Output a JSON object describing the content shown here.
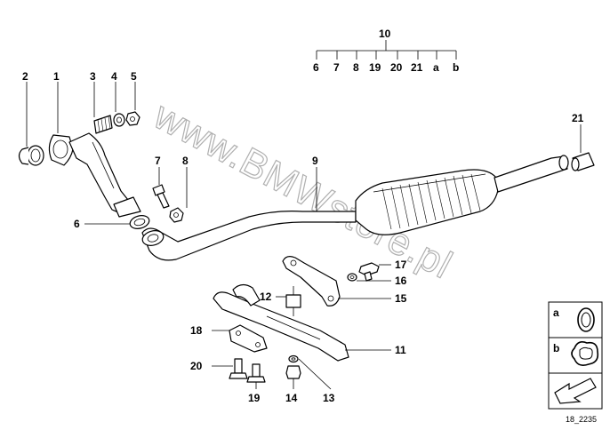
{
  "diagram": {
    "callouts": {
      "c1": "1",
      "c2": "2",
      "c3": "3",
      "c4": "4",
      "c5": "5",
      "c6": "6",
      "c7": "7",
      "c8": "8",
      "c9": "9",
      "c10": "10",
      "c11": "11",
      "c12": "12",
      "c13": "13",
      "c14": "14",
      "c15": "15",
      "c16": "16",
      "c17": "17",
      "c18": "18",
      "c19": "19",
      "c20": "20",
      "c21": "21"
    },
    "kit_row": [
      "6",
      "7",
      "8",
      "19",
      "20",
      "21",
      "a",
      "b"
    ],
    "legend": {
      "a": "a",
      "b": "b"
    },
    "watermark": "www.BMWstore.pl",
    "ref_code": "18_2235"
  }
}
